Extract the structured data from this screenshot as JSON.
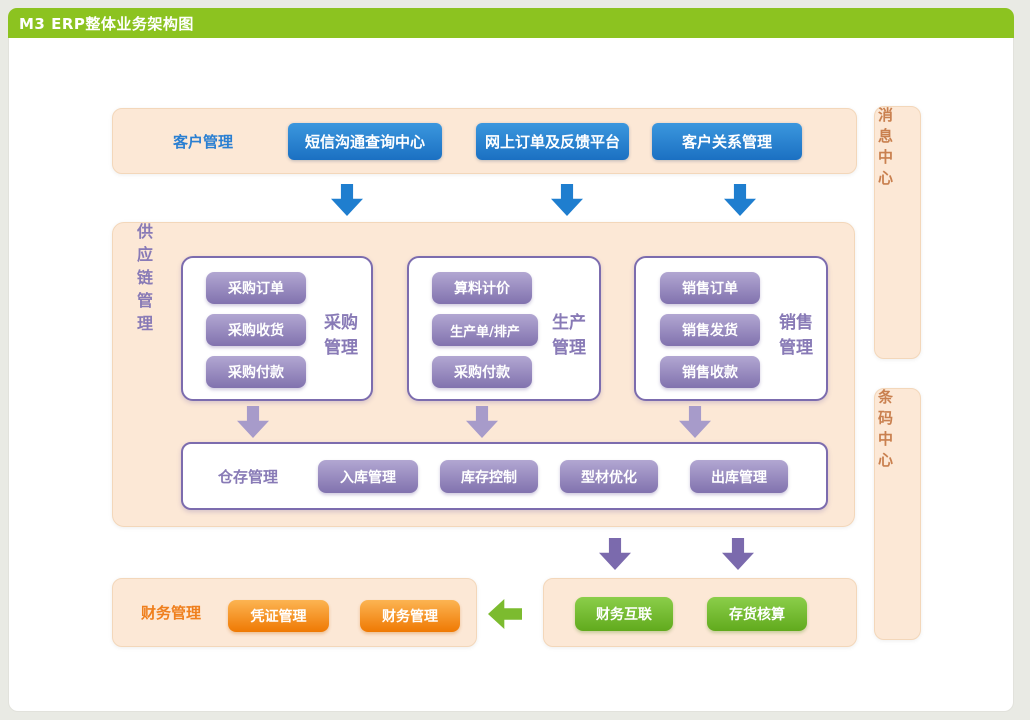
{
  "header": {
    "title": "M3 ERP整体业务架构图"
  },
  "customer": {
    "label": "客户管理",
    "buttons": [
      "短信沟通查询中心",
      "网上订单及反馈平台",
      "客户关系管理"
    ]
  },
  "supply_chain": {
    "label": "供应链管理",
    "groups": [
      {
        "label": "采购管理",
        "buttons": [
          "采购订单",
          "采购收货",
          "采购付款"
        ]
      },
      {
        "label": "生产管理",
        "buttons": [
          "算料计价",
          "生产单/排产",
          "采购付款"
        ]
      },
      {
        "label": "销售管理",
        "buttons": [
          "销售订单",
          "销售发货",
          "销售收款"
        ]
      }
    ],
    "warehouse": {
      "label": "仓存管理",
      "buttons": [
        "入库管理",
        "库存控制",
        "型材优化",
        "出库管理"
      ]
    }
  },
  "finance": {
    "label": "财务管理",
    "buttons": [
      "凭证管理",
      "财务管理"
    ]
  },
  "integration": {
    "buttons": [
      "财务互联",
      "存货核算"
    ]
  },
  "side_panels": {
    "message_center": "消息中心",
    "barcode_center": "条码中心"
  },
  "colors": {
    "header_green": "#8cc320",
    "panel_peach": "#fce8d6",
    "panel_border": "#f3d7ba",
    "blue_button": "#1f7ecf",
    "blue_label": "#2a7fd2",
    "purple_button": "#8475b1",
    "purple_border": "#7c6cae",
    "purple_label": "#887ab6",
    "light_purple_arrow": "#a79bca",
    "dark_purple_arrow": "#7b6aad",
    "orange_button": "#f07c04",
    "orange_label": "#ef7f1d",
    "green_button": "#6db229",
    "green_arrow": "#7cbb2f",
    "side_label": "#c9804f"
  }
}
